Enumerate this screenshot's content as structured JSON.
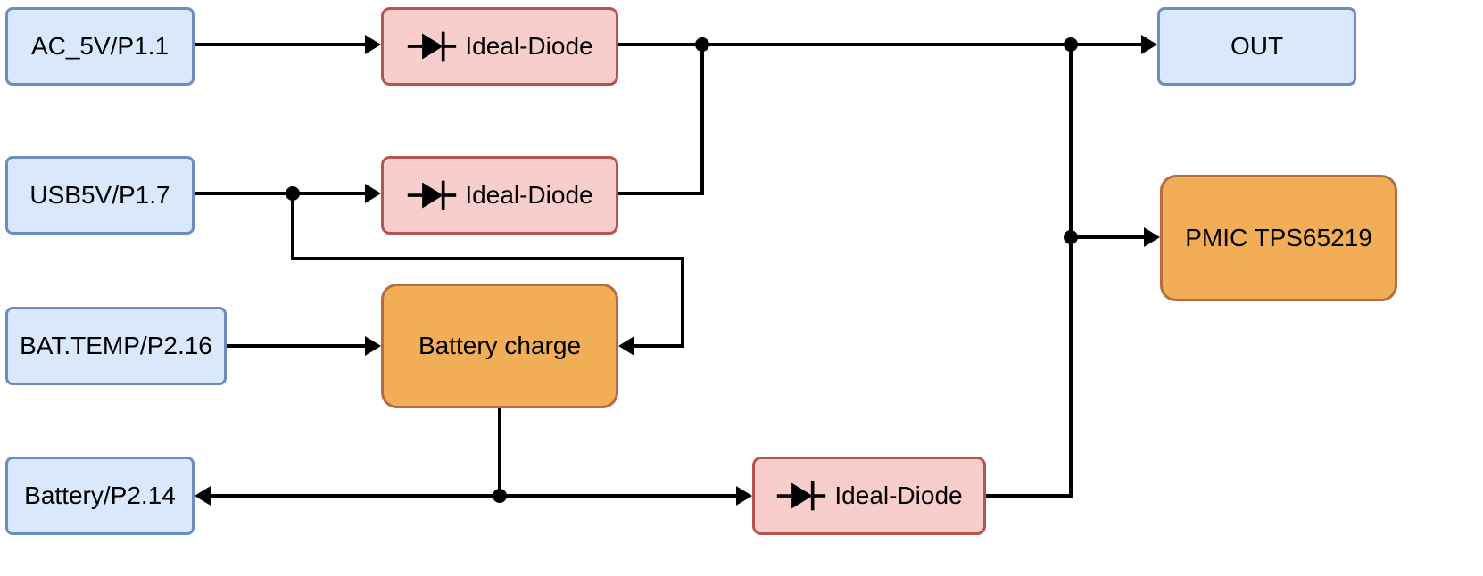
{
  "nodes": {
    "ac5v": {
      "label": "AC_5V/P1.1"
    },
    "usb5v": {
      "label": "USB5V/P1.7"
    },
    "battemp": {
      "label": "BAT.TEMP/P2.16"
    },
    "battery": {
      "label": "Battery/P2.14"
    },
    "diode1": {
      "label": "Ideal-Diode",
      "icon": "diode-icon"
    },
    "diode2": {
      "label": "Ideal-Diode",
      "icon": "diode-icon"
    },
    "diode3": {
      "label": "Ideal-Diode",
      "icon": "diode-icon"
    },
    "battery_charge": {
      "label": "Battery charge"
    },
    "out": {
      "label": "OUT"
    },
    "pmic": {
      "label": "PMIC TPS65219"
    }
  },
  "edges": [
    {
      "from": "AC_5V/P1.1",
      "to": "Ideal-Diode (top)"
    },
    {
      "from": "Ideal-Diode (top)",
      "to": "OUT"
    },
    {
      "from": "USB5V/P1.7",
      "to": "Ideal-Diode (middle)"
    },
    {
      "from": "Ideal-Diode (middle)",
      "to": "OUT"
    },
    {
      "from": "USB5V/P1.7",
      "to": "Battery charge"
    },
    {
      "from": "BAT.TEMP/P2.16",
      "to": "Battery charge"
    },
    {
      "from": "Battery charge",
      "to": "Battery/P2.14"
    },
    {
      "from": "Battery/P2.14",
      "to": "Ideal-Diode (bottom)"
    },
    {
      "from": "Ideal-Diode (bottom)",
      "to": "PMIC TPS65219"
    },
    {
      "from": "Ideal-Diode (bottom)",
      "to": "OUT"
    }
  ],
  "colors": {
    "node_blue_fill": "#dae8fc",
    "node_blue_border": "#6c8ebf",
    "node_red_fill": "#f8cecc",
    "node_red_border": "#b85450",
    "node_orange_fill": "#f2ae57",
    "node_orange_border": "#b46c44",
    "line_color": "#000000"
  }
}
